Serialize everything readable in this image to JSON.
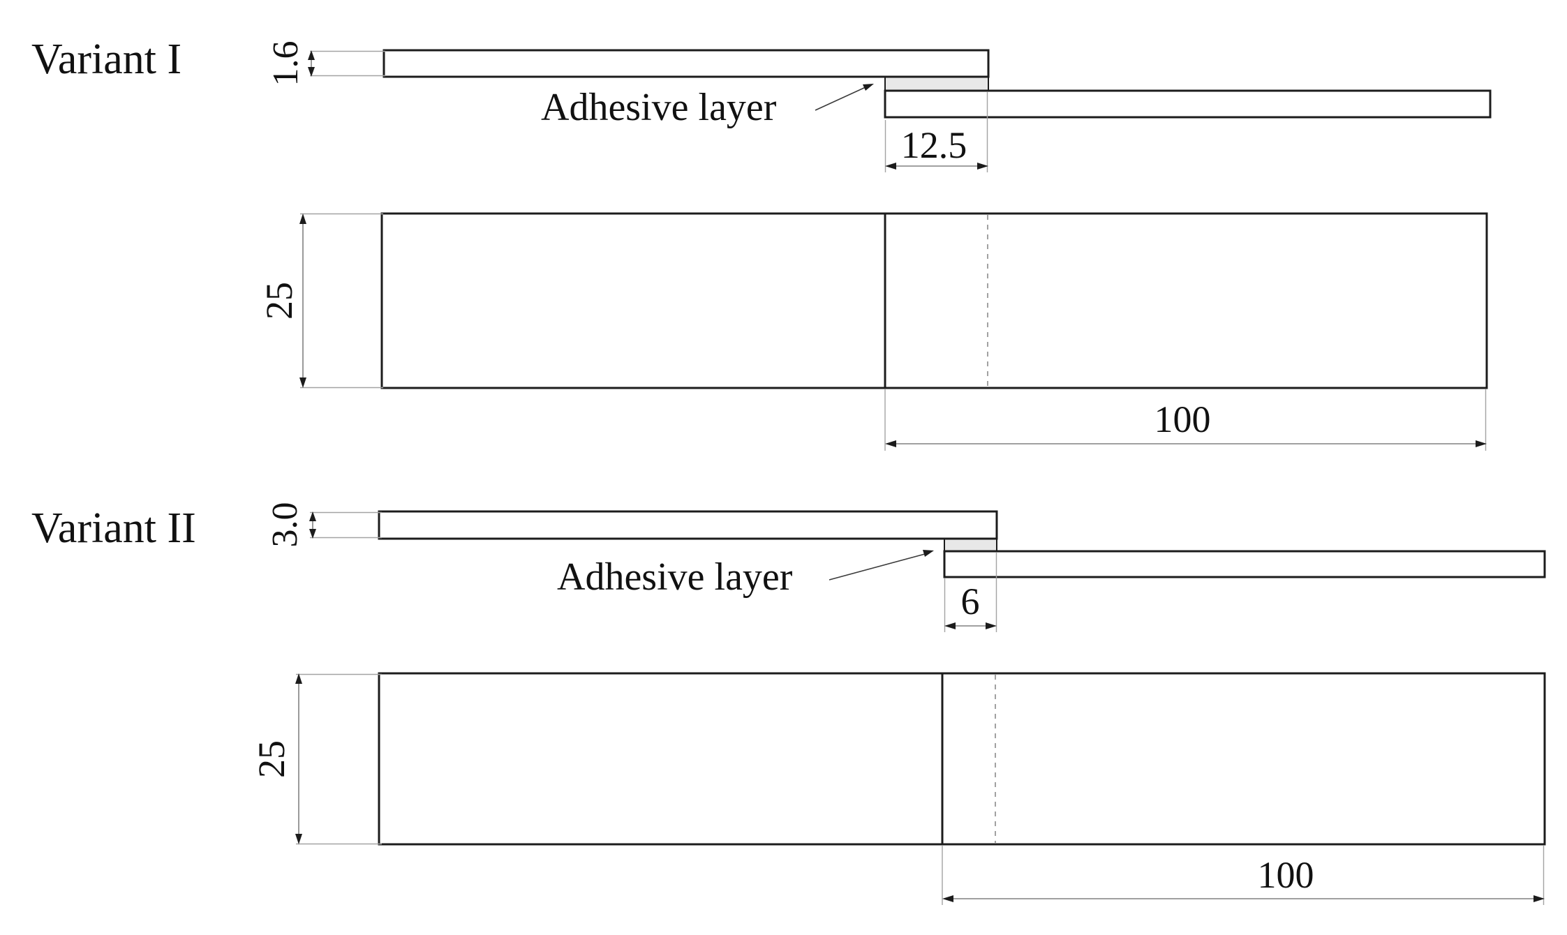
{
  "diagram": {
    "type": "technical-drawing",
    "subject": "Single-lap adhesive joint specimen geometry: side view and plan view for two variants",
    "units_implied": "mm",
    "colors": {
      "background": "#ffffff",
      "outline": "#1c1c1c",
      "adhesive_fill": "#e8e8e8",
      "dimension_line": "#808080",
      "hidden_edge_line": "#8a8a8a"
    },
    "variant1": {
      "name": "Variant I",
      "thickness": "1.6",
      "overlap": "12.5",
      "width": "25",
      "length": "100",
      "adhesive_label": "Adhesive layer"
    },
    "variant2": {
      "name": "Variant II",
      "thickness": "3.0",
      "overlap": "6",
      "width": "25",
      "length": "100",
      "adhesive_label": "Adhesive layer"
    }
  }
}
